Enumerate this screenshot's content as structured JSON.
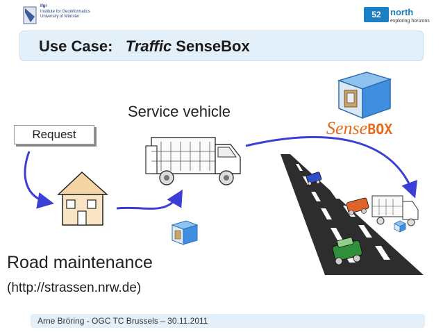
{
  "header": {
    "ifgi": {
      "short": "ifgi",
      "line1": "Institute for Geoinformatics",
      "line2": "University of Münster"
    },
    "fiftytwo_north": {
      "badge": "52",
      "word": "north",
      "tagline": "exploring horizons"
    }
  },
  "slide": {
    "title_prefix": "Use Case:   ",
    "title_italic": "Traffic",
    "title_suffix": " SenseBox",
    "request_label": "Request",
    "service_vehicle_label": "Service vehicle",
    "sensebox_logo_script": "Sense",
    "sensebox_logo_box": "BOX",
    "road_maintenance_label": "Road maintenance",
    "url_label": "(http://strassen.nrw.de)"
  },
  "footer": {
    "text": "Arne Bröring - OGC TC Brussels – 30.11.2011"
  },
  "colors": {
    "accent_blue": "#1c7ec3",
    "title_bar": "#e3eff9",
    "arrow_blue": "#3b3fd6",
    "sensebox_orange": "#e86a1c",
    "road": "#2d2d2d",
    "car_blue": "#3050c8",
    "car_orange": "#e0632a",
    "car_green": "#2f8f3a"
  }
}
